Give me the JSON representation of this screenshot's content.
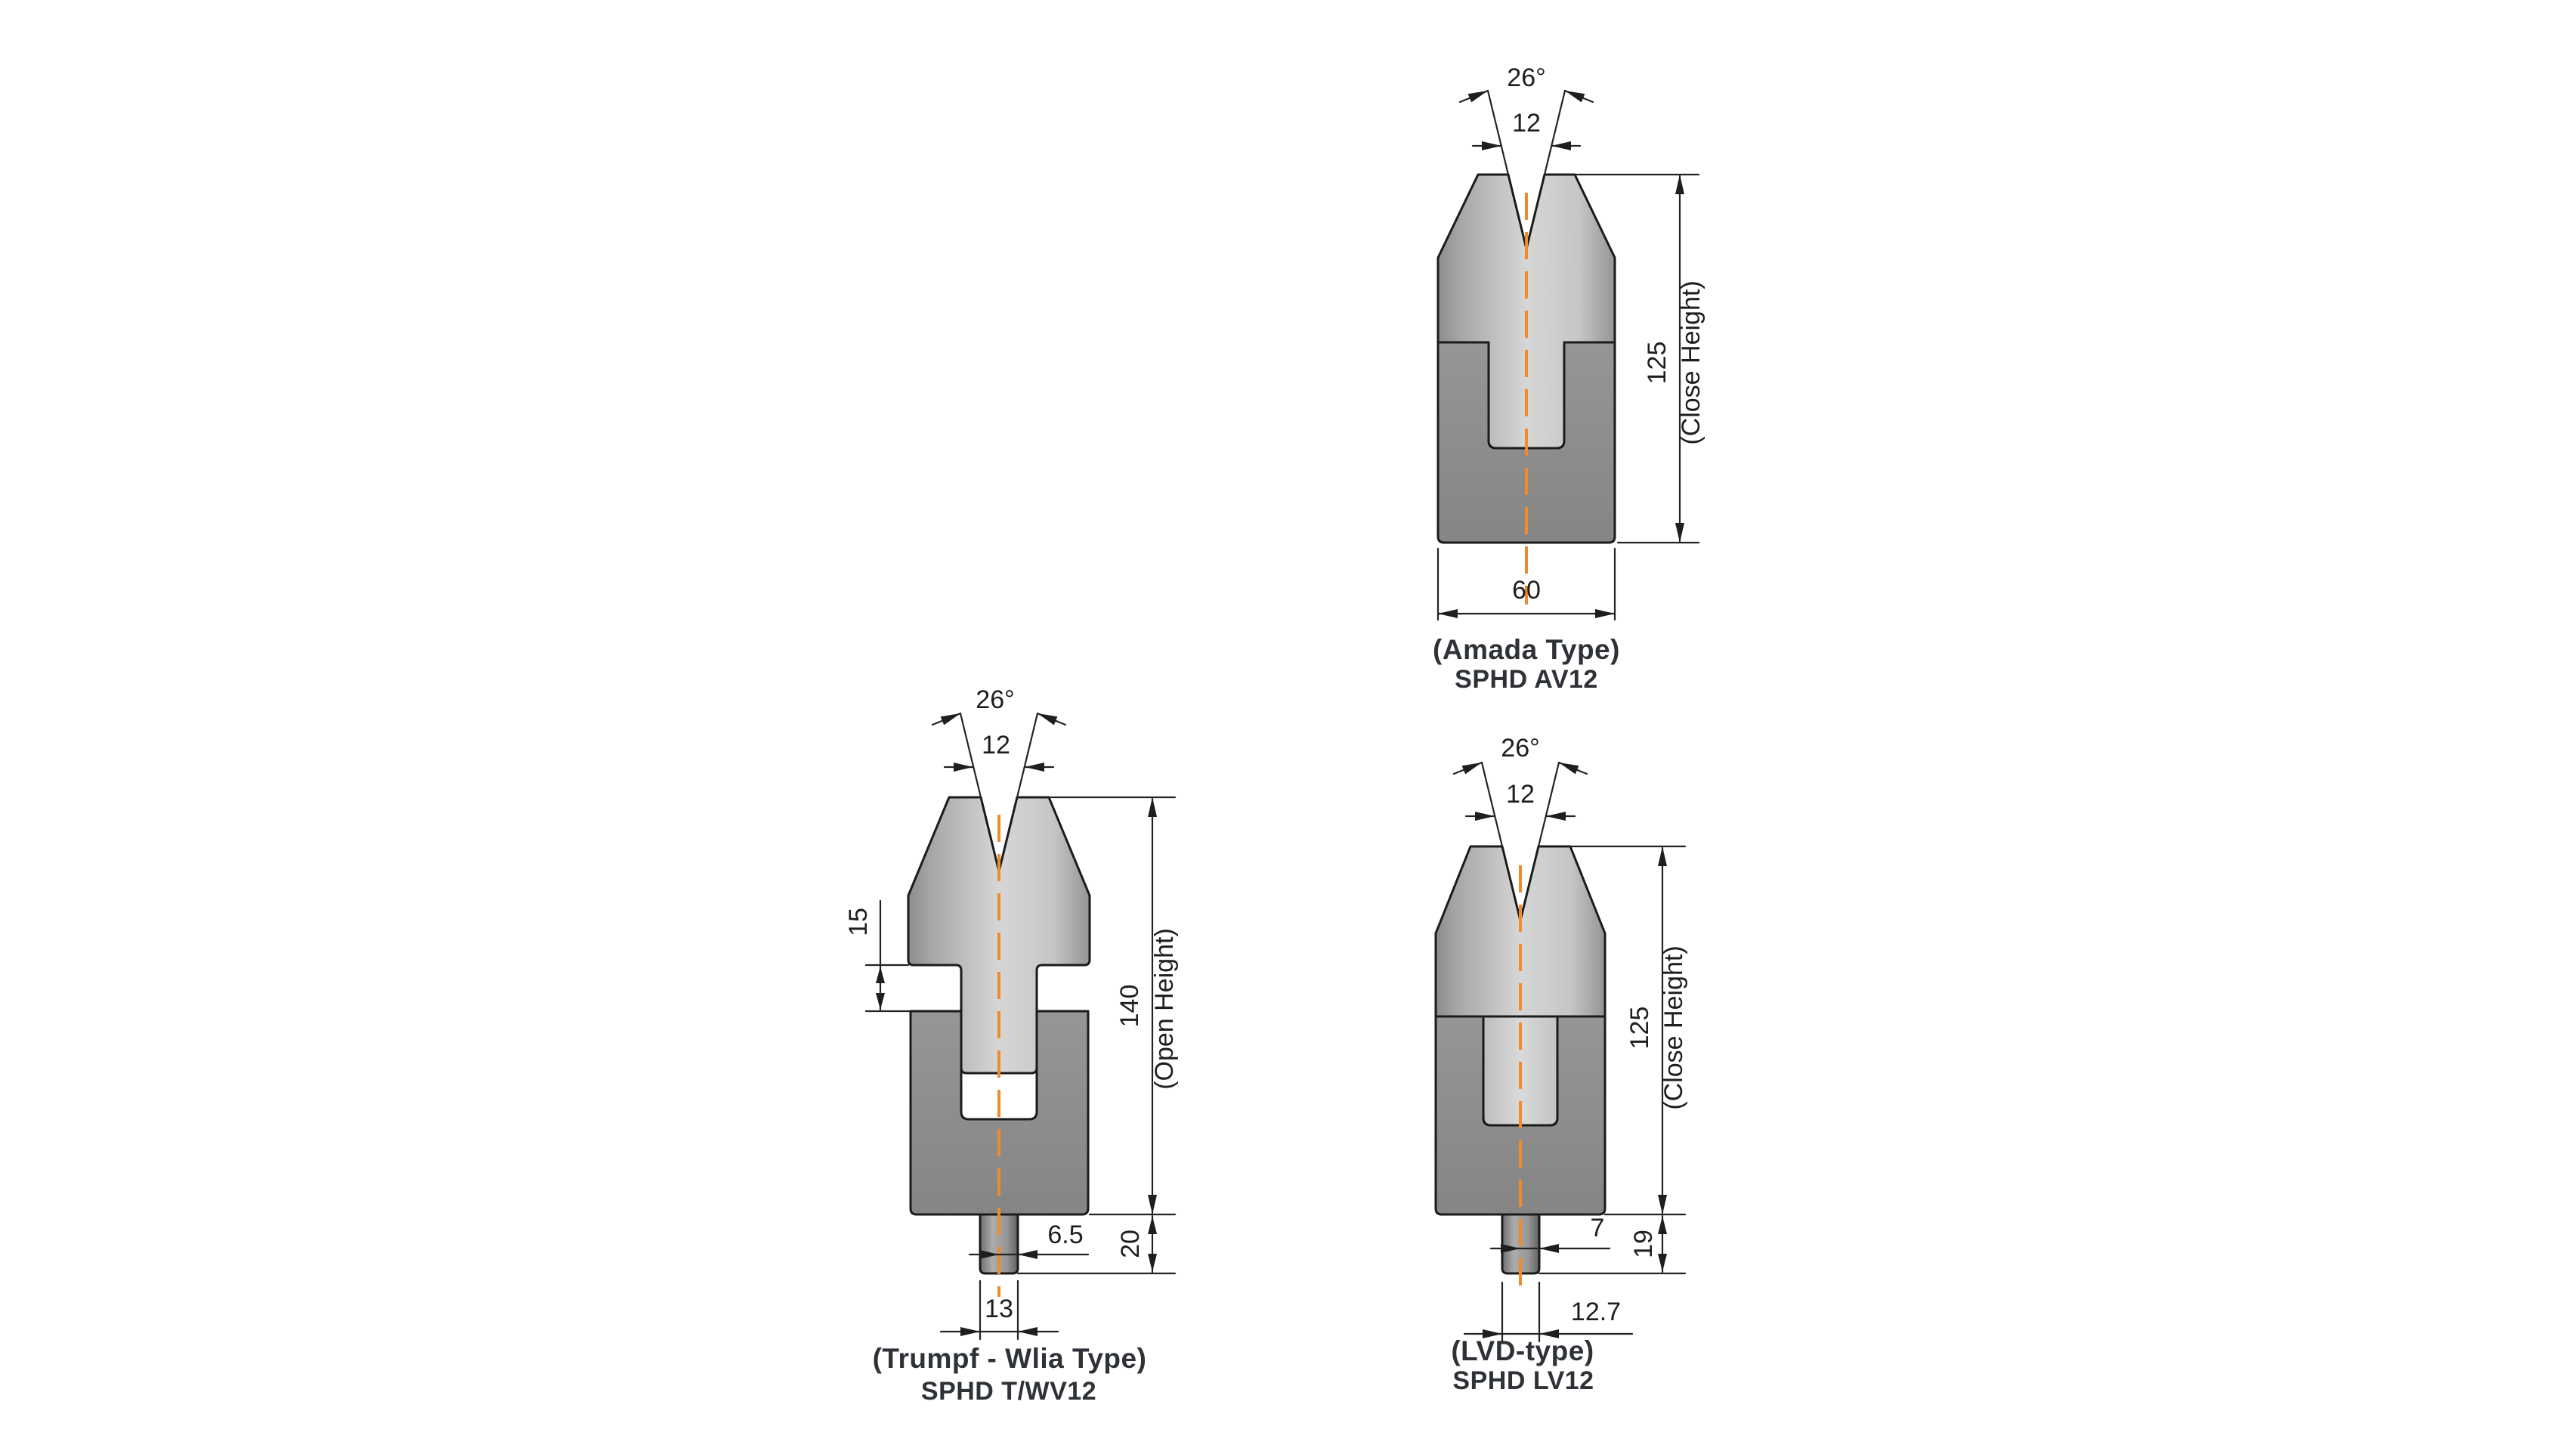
{
  "page": {
    "background": "#FFFFFF"
  },
  "colors": {
    "centerline_accent": "#F28A2D",
    "outline": "#1B1B1B",
    "dimension_text": "#1E1E1E",
    "label_text": "#2E3237",
    "die_light_gray": "#D6D6D6",
    "base_dark_gray": "#8D8D8D"
  },
  "figures": {
    "amada": {
      "angle": "26°",
      "v_opening": "12",
      "height_value": "125",
      "height_note": "(Close Height)",
      "base_width": "60",
      "type_label": "(Amada Type)",
      "model": "SPHD AV12"
    },
    "trumpf": {
      "angle": "26°",
      "v_opening": "12",
      "height_value": "140",
      "height_note": "(Open Height)",
      "lift_gap": "15",
      "stem_offset": "6.5",
      "tang_height": "20",
      "tang_width": "13",
      "type_label": "(Trumpf - Wlia Type)",
      "model": "SPHD T/WV12"
    },
    "lvd": {
      "angle": "26°",
      "v_opening": "12",
      "height_value": "125",
      "height_note": "(Close Height)",
      "stem_offset": "7",
      "tang_height": "19",
      "tang_width": "12.7",
      "type_label": "(LVD-type)",
      "model": "SPHD LV12"
    }
  }
}
